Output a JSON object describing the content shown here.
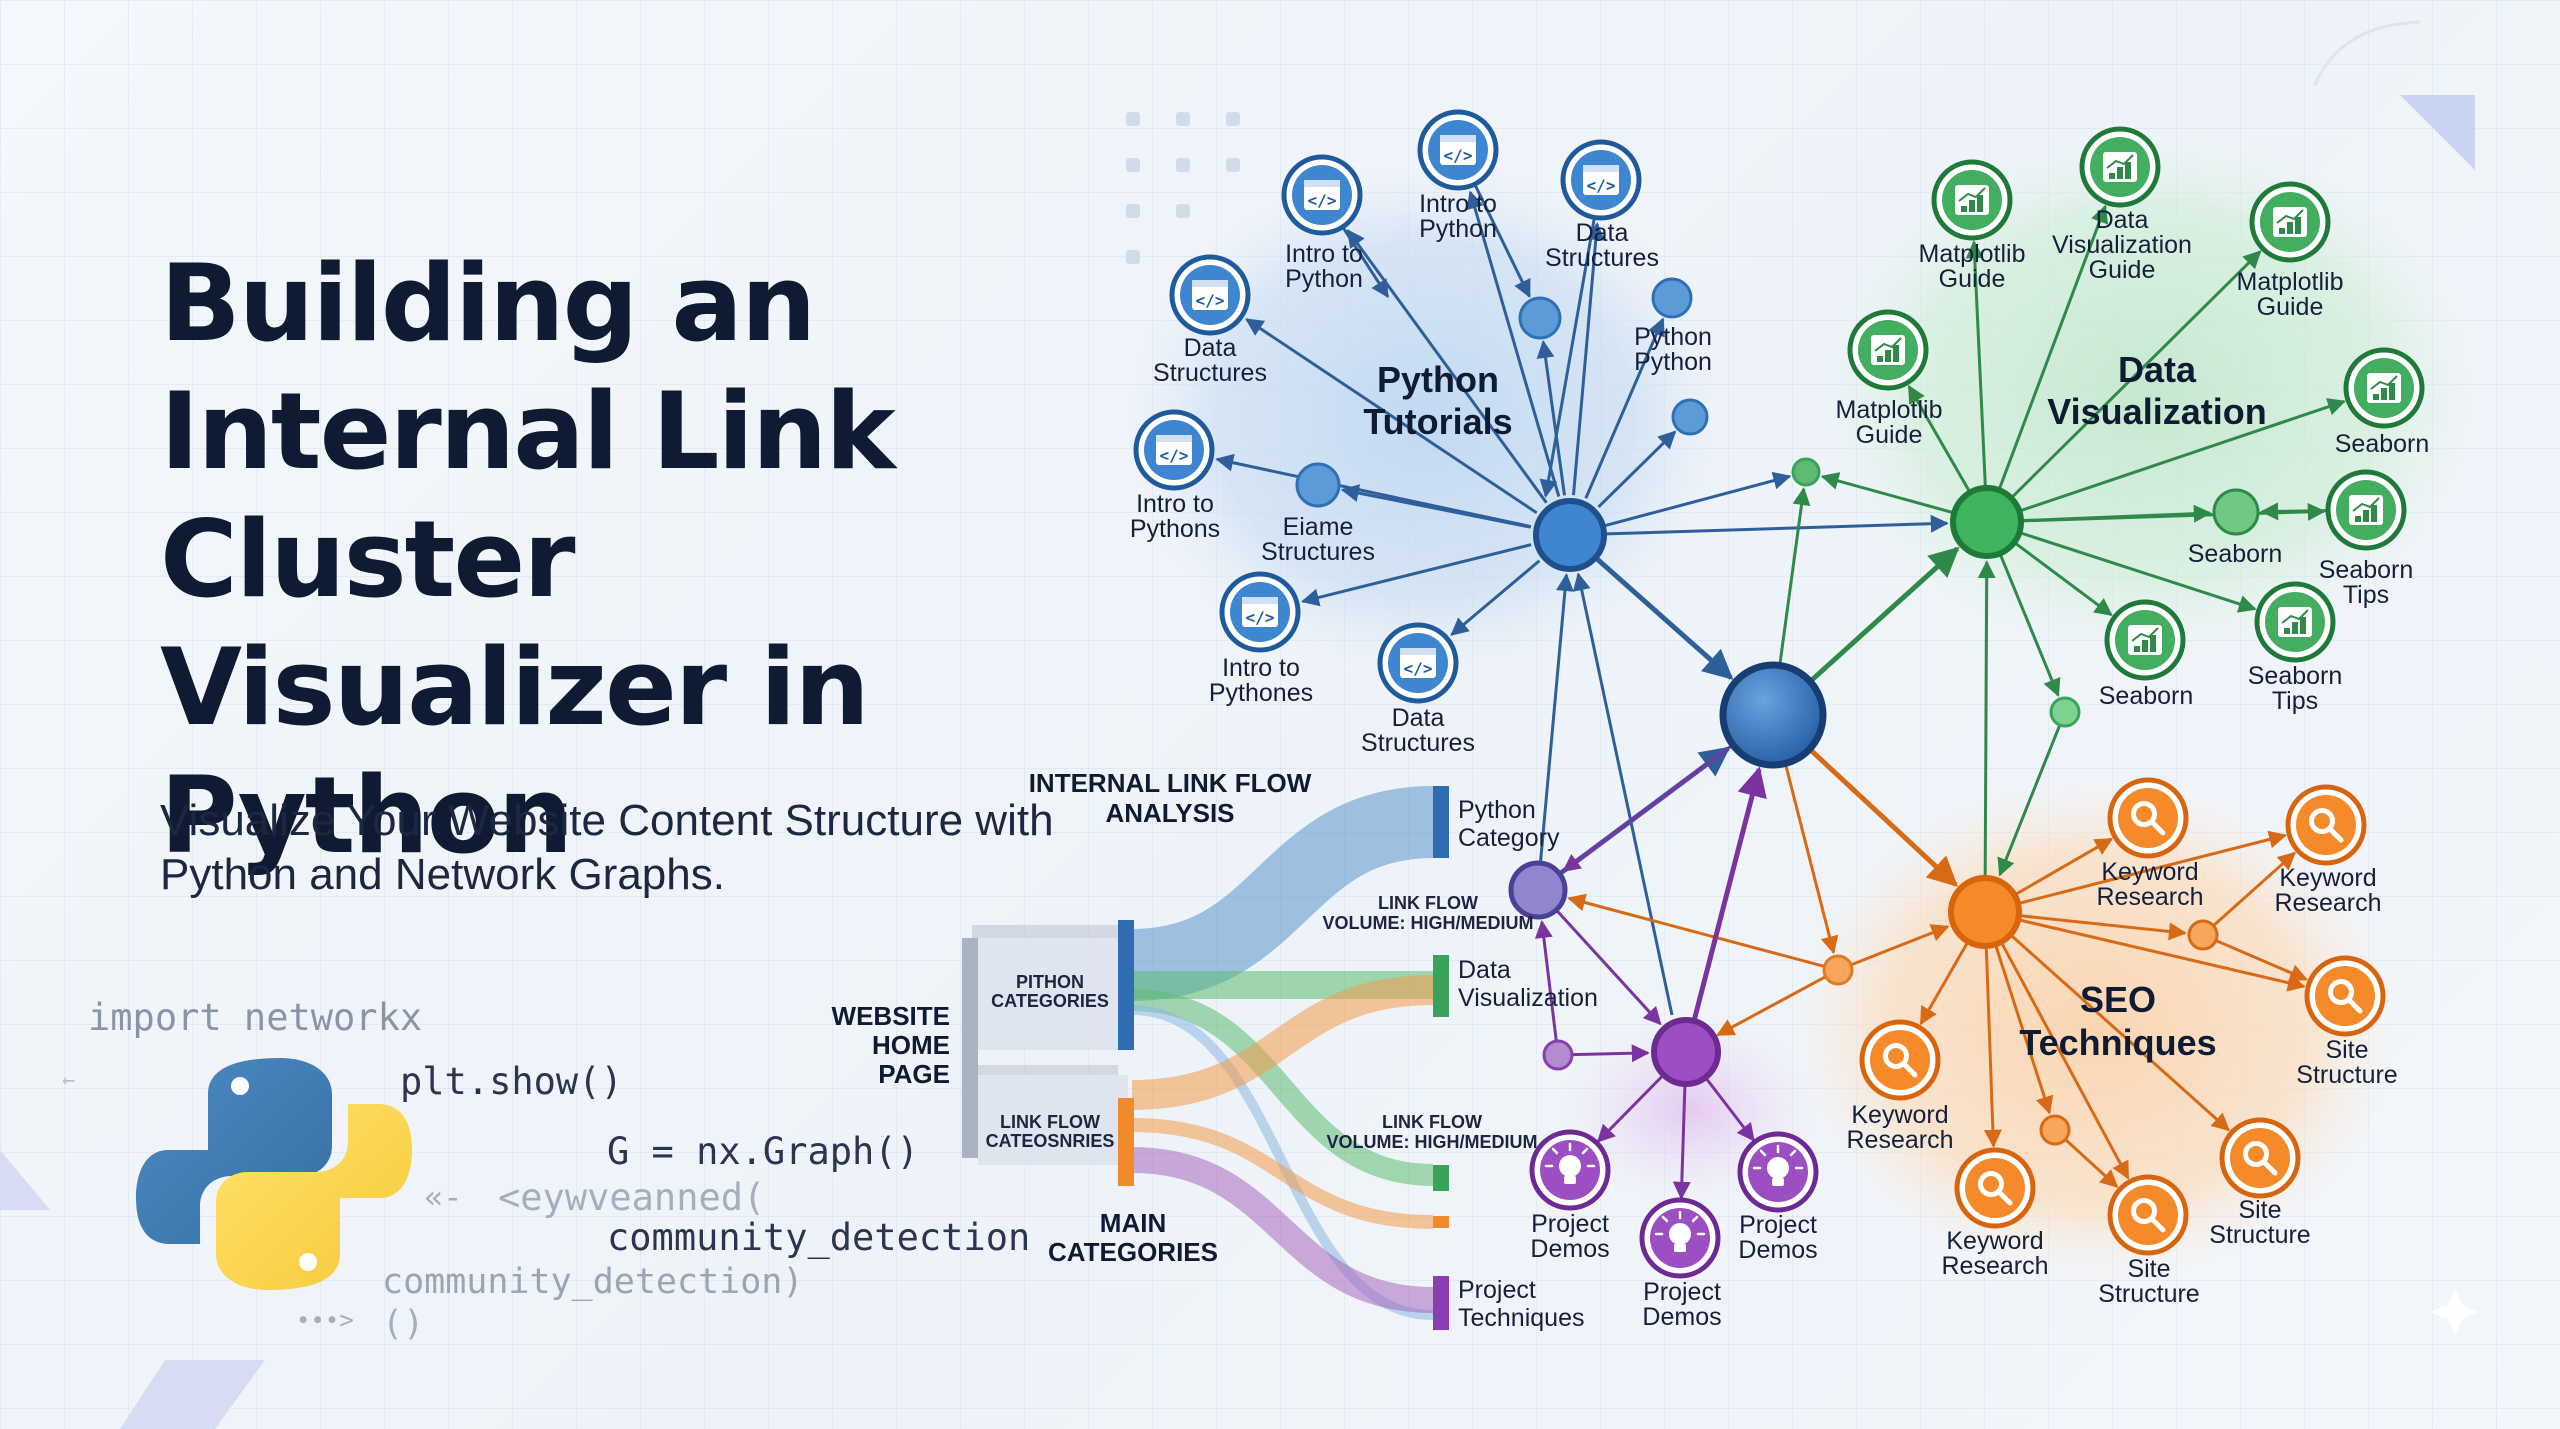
{
  "title": "Building an Internal Link Cluster Visualizer in Python",
  "subtitle": "Visualize Your Website Content Structure with Python and Network Graphs.",
  "code": {
    "line1": "import networkx",
    "line2": "plt.show()",
    "line3": "G = nx.Graph()",
    "line4": "<eywveanned(",
    "line5": "community_detection",
    "line6": "community_detection)",
    "line7": "()",
    "arrow_a": "←",
    "arrow_b": "«-",
    "arrow_c": "∙∙∙>"
  },
  "clusters": {
    "python": {
      "title_line1": "Python",
      "title_line2": "Tutorials",
      "color": "#3d7fc4",
      "labels": [
        [
          "Intro to",
          "Python"
        ],
        [
          "Data",
          "Structures"
        ],
        [
          "Intro to",
          "Python"
        ],
        [
          "Data",
          "Structures"
        ],
        [
          "Python",
          "Python"
        ],
        [
          "Intro to",
          "Pythons"
        ],
        [
          "Eiame",
          "Structures"
        ],
        [
          "Intro to",
          "Pythones"
        ],
        [
          "Data",
          "Structures"
        ]
      ]
    },
    "dataviz": {
      "title_line1": "Data",
      "title_line2": "Visualization",
      "color": "#3aa35a",
      "labels": [
        [
          "Matplotlib",
          "Guide"
        ],
        [
          "Data",
          "Visualization",
          "Guide"
        ],
        [
          "Matplotlib",
          "Guide"
        ],
        [
          "Matplotlib",
          "Guide"
        ],
        [
          "Seaborn"
        ],
        [
          "Seaborn"
        ],
        [
          "Seaborn",
          "Tips"
        ],
        [
          "Seaborn"
        ],
        [
          "Seaborn",
          "Tips"
        ]
      ]
    },
    "seo": {
      "title_line1": "SEO",
      "title_line2": "Techniques",
      "color": "#f07f24",
      "labels": [
        [
          "Keyword",
          "Research"
        ],
        [
          "Keyword",
          "Research"
        ],
        [
          "Site",
          "Structure"
        ],
        [
          "Keyword",
          "Research"
        ],
        [
          "Keyword",
          "Research"
        ],
        [
          "Site",
          "Structure"
        ],
        [
          "Site",
          "Structure"
        ]
      ]
    },
    "projects": {
      "color": "#8a3fb0",
      "labels": [
        [
          "Project",
          "Demos"
        ],
        [
          "Project",
          "Demos"
        ],
        [
          "Project",
          "Demos"
        ]
      ]
    }
  },
  "flow": {
    "heading_line1": "INTERNAL LINK FLOW",
    "heading_line2": "ANALYSIS",
    "home_line1": "WEBSITE",
    "home_line2": "HOME",
    "home_line3": "PAGE",
    "pithon_line1": "PITHON",
    "pithon_line2": "CATEGORIES",
    "linkflow_line1": "LINK FLOW",
    "linkflow_line2": "CATEOSNRIES",
    "main_line1": "MAIN",
    "main_line2": "CATEGORIES",
    "volume_line1": "LINK FLOW",
    "volume_line2": "VOLUME: HIGH/MEDIUM",
    "targets": [
      [
        "Python",
        "Category"
      ],
      [
        "Data",
        "Visualization"
      ],
      [
        "Project",
        "Techniques"
      ]
    ],
    "colors": {
      "blue": "#5b93cc",
      "green": "#5dbb73",
      "orange": "#f39a4a",
      "purple": "#a767c0"
    }
  }
}
